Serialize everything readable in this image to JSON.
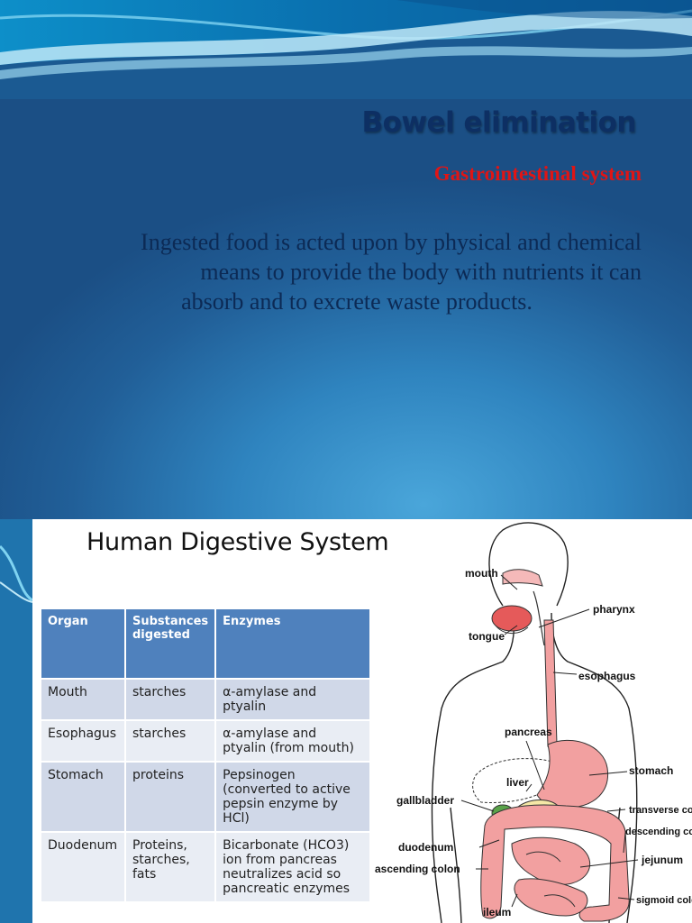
{
  "slide": {
    "title": "Bowel elimination",
    "subtitle": "Gastrointestinal system",
    "body_lines": [
      "Ingested food is acted upon by physical and chemical",
      "means to provide the body with nutrients it can",
      "absorb and to excrete waste products."
    ]
  },
  "figure": {
    "title": "Human Digestive System",
    "table": {
      "headers": [
        "Organ",
        "Substances digested",
        "Enzymes"
      ],
      "rows": [
        {
          "organ": "Mouth",
          "substances": "starches",
          "enzymes": "α-amylase and ptyalin"
        },
        {
          "organ": "Esophagus",
          "substances": "starches",
          "enzymes": "α-amylase and ptyalin (from mouth)"
        },
        {
          "organ": "Stomach",
          "substances": "proteins",
          "enzymes": "Pepsinogen (converted to active pepsin enzyme by HCl)"
        },
        {
          "organ": "Duodenum",
          "substances": "Proteins, starches, fats",
          "enzymes": "Bicarbonate (HCO3) ion from pancreas neutralizes acid so pancreatic enzymes"
        }
      ]
    },
    "diagram_labels": {
      "mouth": "mouth",
      "pharynx": "pharynx",
      "tongue": "tongue",
      "esophagus": "esophagus",
      "pancreas": "pancreas",
      "stomach": "stomach",
      "liver": "liver",
      "gallbladder": "gallbladder",
      "transverse_colon": "transverse colon",
      "descending_colon": "descending colon",
      "duodenum": "duodenum",
      "jejunum": "jejunum",
      "ascending_colon": "ascending colon",
      "ileum": "ileum",
      "sigmoid_colon": "sigmoid colon"
    }
  },
  "colors": {
    "title": "#0d2f63",
    "subtitle": "#e01515",
    "table_header": "#4f81bd",
    "table_row_odd": "#d0d8e8",
    "table_row_even": "#e9edf4",
    "organ_fill": "#f2a0a0"
  }
}
